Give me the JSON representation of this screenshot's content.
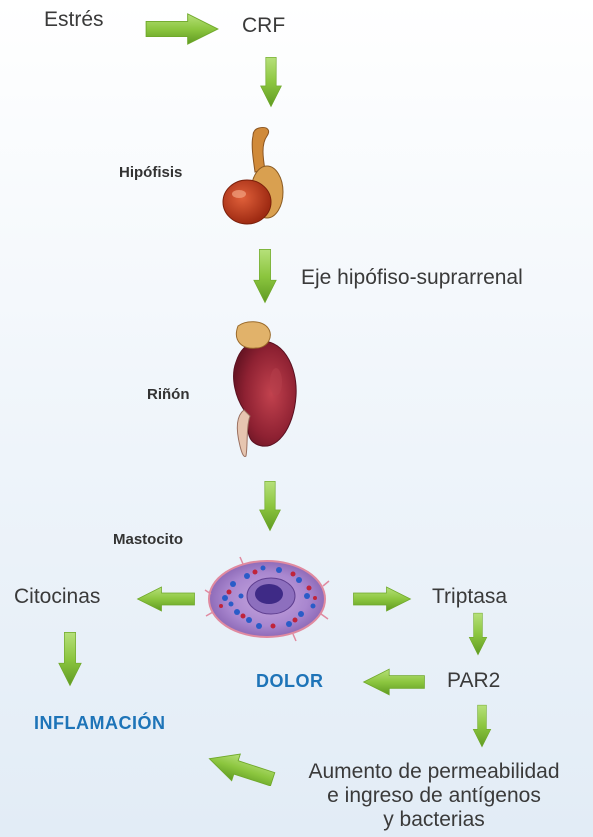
{
  "nodes": {
    "estres": "Estrés",
    "crf": "CRF",
    "hipofisis": "Hipófisis",
    "eje": "Eje hipófiso-suprarrenal",
    "rinon": "Riñón",
    "mastocito": "Mastocito",
    "citocinas": "Citocinas",
    "triptasa": "Triptasa",
    "par2": "PAR2",
    "dolor": "DOLOR",
    "inflamacion": "INFLAMACIÓN",
    "aumento_l1": "Aumento de permeabilidad",
    "aumento_l2": "e ingreso de antígenos",
    "aumento_l3": "y bacterias"
  },
  "colors": {
    "arrow": "#8cc63f",
    "arrow_dark": "#6fa82a",
    "outcome_text": "#1e74b8"
  },
  "icons": {
    "hypophysis": "pituitary-gland-icon",
    "kidney": "kidney-icon",
    "mast_cell": "mast-cell-icon",
    "arrow": "green-arrow-icon"
  }
}
